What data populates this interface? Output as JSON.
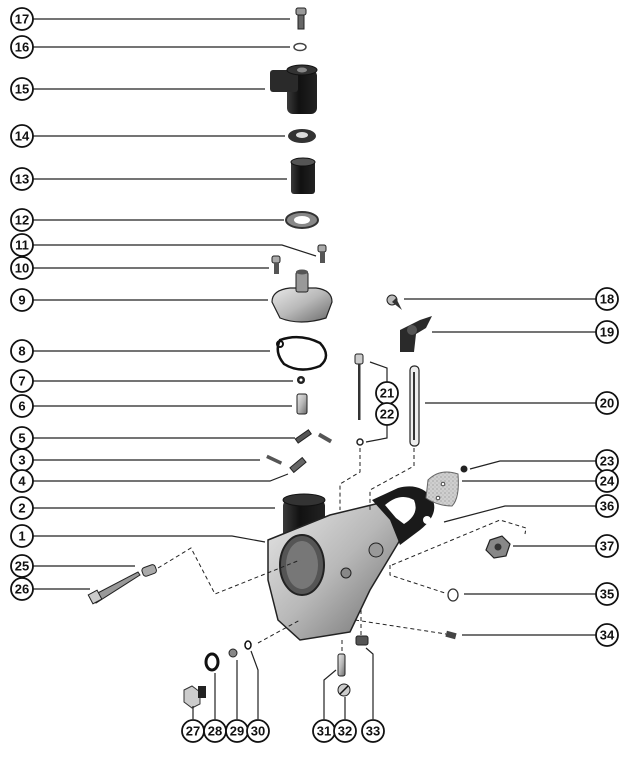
{
  "diagram": {
    "title": "Exploded parts view",
    "callouts": [
      {
        "id": "17",
        "part": "screw-top"
      },
      {
        "id": "16",
        "part": "washer-small"
      },
      {
        "id": "15",
        "part": "float-bowl-cap"
      },
      {
        "id": "14",
        "part": "seal-ring"
      },
      {
        "id": "13",
        "part": "filter-screen"
      },
      {
        "id": "12",
        "part": "gasket-ring"
      },
      {
        "id": "11",
        "part": "screw"
      },
      {
        "id": "10",
        "part": "screw"
      },
      {
        "id": "9",
        "part": "cover"
      },
      {
        "id": "8",
        "part": "cover-gasket"
      },
      {
        "id": "7",
        "part": "washer"
      },
      {
        "id": "6",
        "part": "inlet-valve"
      },
      {
        "id": "5",
        "part": "pin"
      },
      {
        "id": "3",
        "part": "hinge-pin"
      },
      {
        "id": "4",
        "part": "lever"
      },
      {
        "id": "2",
        "part": "float"
      },
      {
        "id": "1",
        "part": "body"
      },
      {
        "id": "25",
        "part": "spring"
      },
      {
        "id": "26",
        "part": "idle-needle"
      },
      {
        "id": "18",
        "part": "screw"
      },
      {
        "id": "19",
        "part": "throttle-lever"
      },
      {
        "id": "21",
        "part": "choke-shaft"
      },
      {
        "id": "22",
        "part": "washer"
      },
      {
        "id": "20",
        "part": "throttle-shaft"
      },
      {
        "id": "23",
        "part": "ball"
      },
      {
        "id": "24",
        "part": "throttle-plate"
      },
      {
        "id": "36",
        "part": "flange-gasket"
      },
      {
        "id": "37",
        "part": "nut"
      },
      {
        "id": "35",
        "part": "o-ring"
      },
      {
        "id": "34",
        "part": "set-screw"
      },
      {
        "id": "27",
        "part": "drain-plug"
      },
      {
        "id": "28",
        "part": "gasket"
      },
      {
        "id": "29",
        "part": "jet"
      },
      {
        "id": "30",
        "part": "o-ring"
      },
      {
        "id": "31",
        "part": "high-speed-jet"
      },
      {
        "id": "32",
        "part": "plug"
      },
      {
        "id": "33",
        "part": "cap"
      }
    ]
  }
}
